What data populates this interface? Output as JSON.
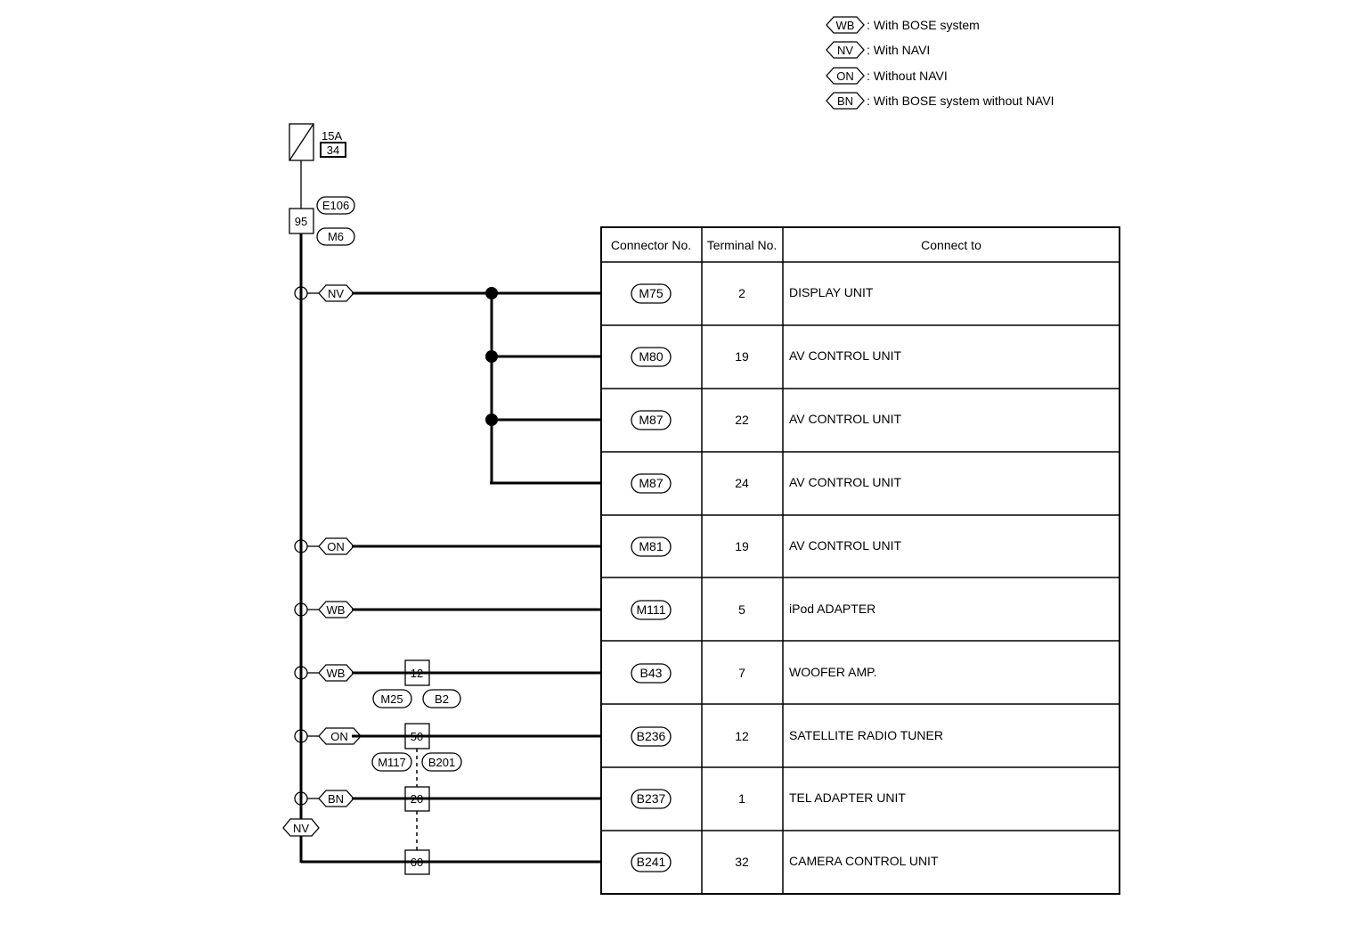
{
  "legend": [
    {
      "code": "WB",
      "description": ": With BOSE system"
    },
    {
      "code": "NV",
      "description": ": With NAVI"
    },
    {
      "code": "ON",
      "description": ": Without NAVI"
    },
    {
      "code": "BN",
      "description": ": With BOSE system without NAVI"
    }
  ],
  "fuse": {
    "rating": "15A",
    "number": "34"
  },
  "main_junction": {
    "terminal": "95",
    "connectors": [
      "E106",
      "M6"
    ]
  },
  "table": {
    "headers": [
      "Connector No.",
      "Terminal No.",
      "Connect to"
    ],
    "rows": [
      {
        "connector": "M75",
        "terminal": "2",
        "connect_to": "DISPLAY UNIT"
      },
      {
        "connector": "M80",
        "terminal": "19",
        "connect_to": "AV CONTROL UNIT"
      },
      {
        "connector": "M87",
        "terminal": "22",
        "connect_to": "AV CONTROL UNIT"
      },
      {
        "connector": "M87",
        "terminal": "24",
        "connect_to": "AV CONTROL UNIT"
      },
      {
        "connector": "M81",
        "terminal": "19",
        "connect_to": "AV CONTROL UNIT"
      },
      {
        "connector": "M111",
        "terminal": "5",
        "connect_to": "iPod ADAPTER"
      },
      {
        "connector": "B43",
        "terminal": "7",
        "connect_to": "WOOFER AMP."
      },
      {
        "connector": "B236",
        "terminal": "12",
        "connect_to": "SATELLITE RADIO TUNER"
      },
      {
        "connector": "B237",
        "terminal": "1",
        "connect_to": "TEL ADAPTER UNIT"
      },
      {
        "connector": "B241",
        "terminal": "32",
        "connect_to": "CAMERA CONTROL UNIT"
      }
    ]
  },
  "branch_tags": [
    "NV",
    "ON",
    "WB",
    "WB",
    "ON",
    "BN",
    "NV"
  ],
  "inline_connectors": [
    {
      "terminal": "12",
      "connectors": [
        "M25",
        "B2"
      ]
    },
    {
      "terminal": "50",
      "connectors": [
        "M117",
        "B201"
      ]
    },
    {
      "terminal": "20",
      "connectors": []
    },
    {
      "terminal": "60",
      "connectors": []
    }
  ]
}
